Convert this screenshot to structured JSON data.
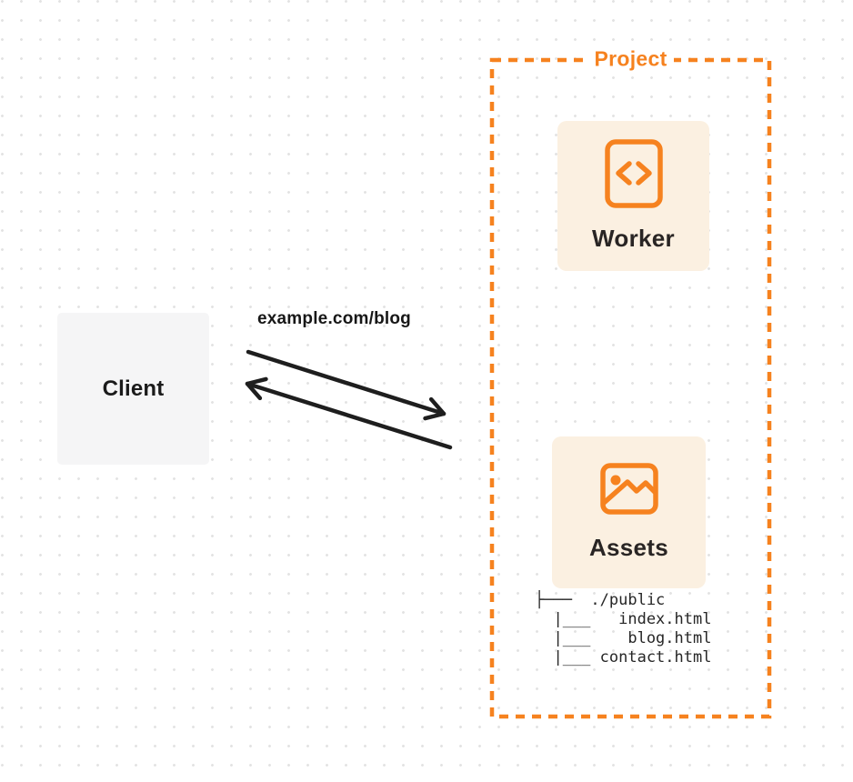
{
  "colors": {
    "accent": "#F6821F",
    "card_bg": "#FBF0E1",
    "client_bg": "#F5F5F6",
    "ink": "#1E1E1E",
    "dot": "#E3E3E3"
  },
  "client": {
    "label": "Client"
  },
  "request": {
    "label": "example.com/blog"
  },
  "project": {
    "label": "Project",
    "worker": {
      "label": "Worker",
      "icon": "code-file-icon"
    },
    "assets": {
      "label": "Assets",
      "icon": "image-icon"
    },
    "tree": {
      "lines": [
        "├───  ./public",
        "  |___   index.html",
        "  |___    blog.html",
        "  |___ contact.html"
      ]
    }
  }
}
